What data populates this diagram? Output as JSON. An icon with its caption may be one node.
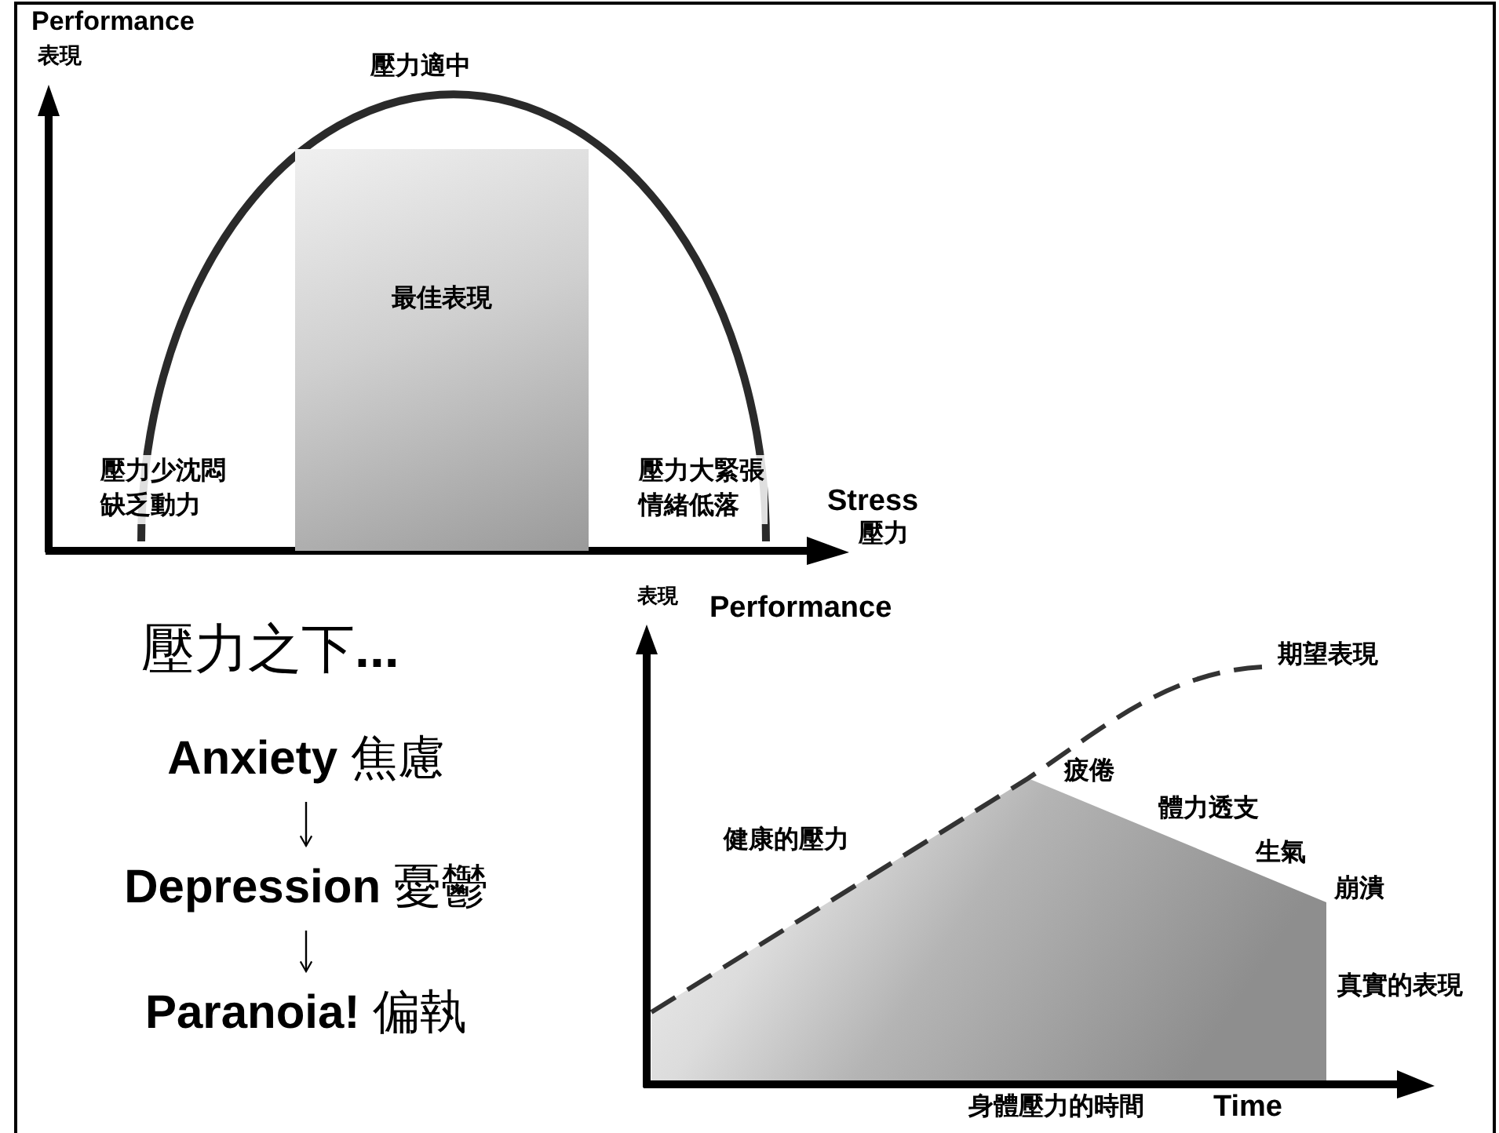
{
  "diagram": {
    "nodes": [
      {
        "text": [
          "最佳表現"
        ]
      },
      {
        "text": [
          "**Anxiety** 焦慮"
        ]
      },
      {
        "text": [
          "**Depression** 憂鬱"
        ]
      },
      {
        "text": [
          "**Paranoia!** 偏執"
        ]
      }
    ],
    "edges": [
      {
        "from": 1,
        "to": 2,
        "arrow": "to"
      },
      {
        "from": 2,
        "to": 3,
        "arrow": "to"
      }
    ],
    "labels": [
      "Performance",
      "表現",
      "壓力適中",
      "壓力少沈悶缺乏動力",
      "壓力大緊張情緒低落",
      "Stress",
      "壓力",
      "壓力之下**...**",
      "表現",
      "Performance",
      "期望表現",
      "疲倦",
      "體力透支",
      "健康的壓力",
      "生氣",
      "崩潰",
      "真實的表現",
      "身體壓力的時間",
      "Time"
    ]
  }
}
